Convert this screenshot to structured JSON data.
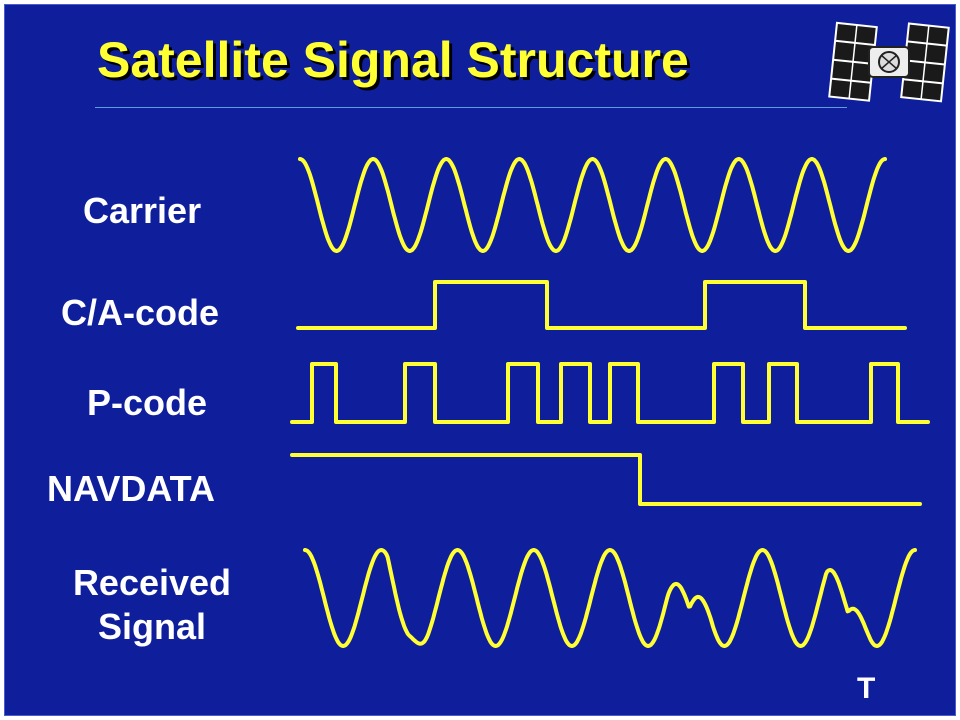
{
  "title": "Satellite Signal Structure",
  "labels": {
    "carrier": "Carrier",
    "ca_code": "C/A-code",
    "p_code": "P-code",
    "navdata": "NAVDATA",
    "received_line1": "Received",
    "received_line2": "Signal",
    "period": "T"
  },
  "colors": {
    "background": "#0f1f9c",
    "title": "#ffff33",
    "signal": "#ffff33",
    "label": "#ffffff"
  },
  "icon": "satellite-icon"
}
